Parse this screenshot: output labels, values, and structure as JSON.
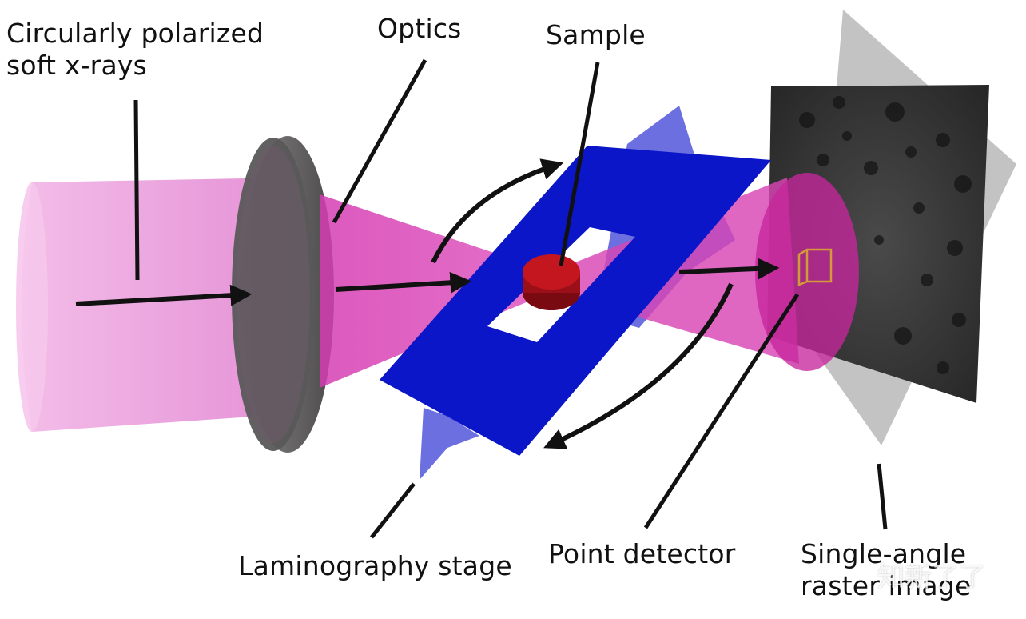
{
  "labels": {
    "source_line1": "Circularly polarized",
    "source_line2": "soft x-rays",
    "optics": "Optics",
    "sample": "Sample",
    "stage": "Laminography stage",
    "detector": "Point detector",
    "raster_line1": "Single-angle",
    "raster_line2": "raster image"
  },
  "watermark": "知新了了",
  "colors": {
    "beam": "#e58ad6",
    "focused_beam": "#d63fb0",
    "optic_disk": "#6f6c6c",
    "stage": "#0a16c8",
    "sample": "#b3121c",
    "raster": "#3a3a3a",
    "arrow": "#111111"
  }
}
